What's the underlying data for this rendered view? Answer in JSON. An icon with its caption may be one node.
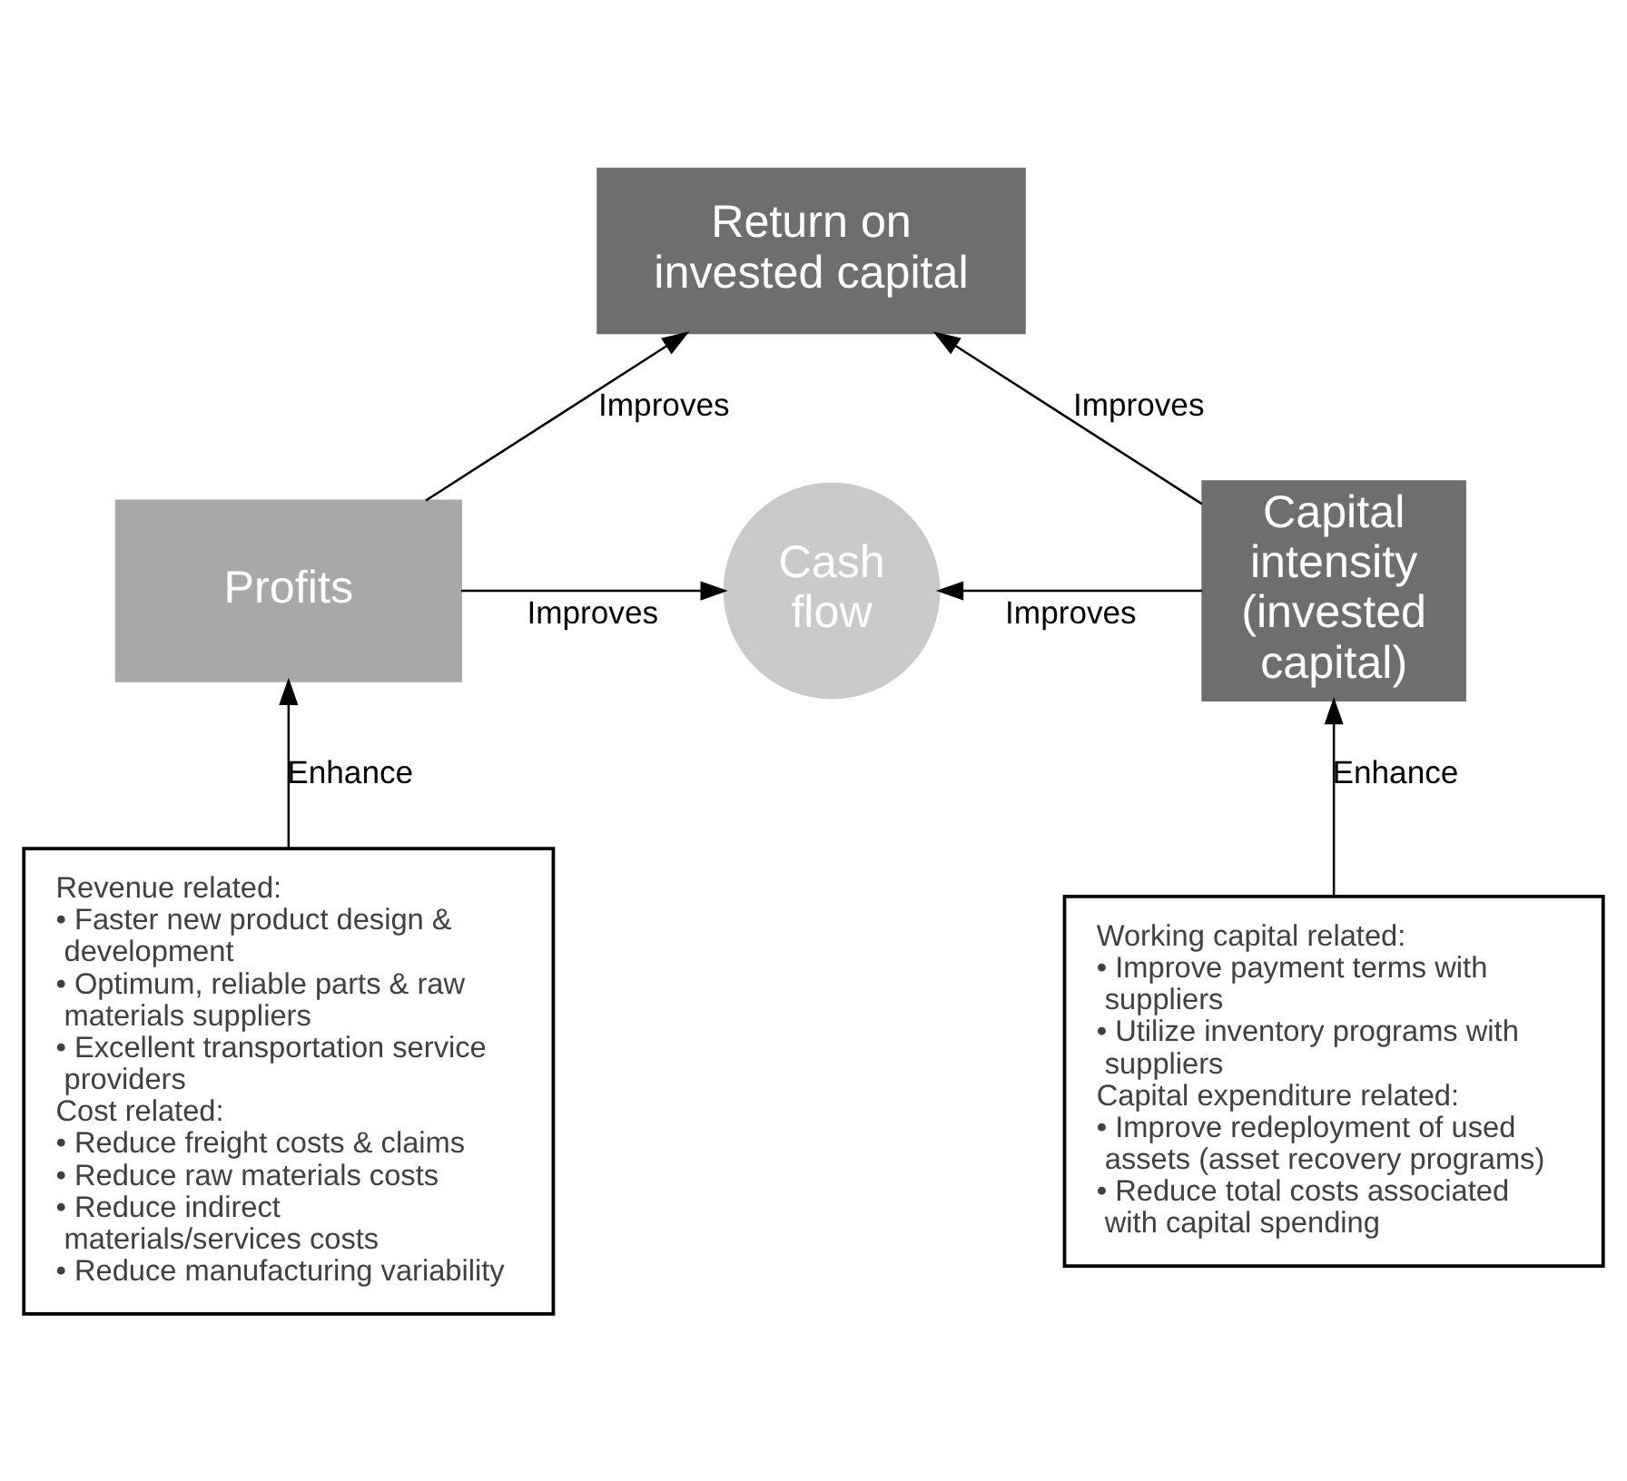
{
  "diagram": {
    "nodes": [
      {
        "text": [
          "Return on invested capital"
        ]
      },
      {
        "text": [
          "Profits"
        ]
      },
      {
        "text": [
          "Cash flow"
        ]
      },
      {
        "text": [
          "Capital intensity (invested capital)"
        ]
      },
      {
        "text": [
          "Revenue related:",
          "• Faster new product design & development",
          "• Optimum, reliable parts & raw materials suppliers",
          "• Excellent transportation service providers",
          "Cost related:",
          "• Reduce freight costs & claims",
          "• Reduce raw materials costs",
          "• Reduce indirect materials/services costs",
          "• Reduce manufacturing variability"
        ]
      },
      {
        "text": [
          "Working capital related:",
          "• Improve payment terms with suppliers",
          "• Utilize inventory programs with suppliers",
          "Capital expenditure related:",
          "• Improve redeployment of used assets (asset recovery programs)",
          "• Reduce total costs associated with capital spending"
        ]
      }
    ],
    "edges": [
      {
        "from": 1,
        "to": 0,
        "arrow": "to",
        "label": "Improves"
      },
      {
        "from": 1,
        "to": 2,
        "arrow": "to",
        "label": "Improves"
      },
      {
        "from": 3,
        "to": 0,
        "arrow": "to",
        "label": "Improves"
      },
      {
        "from": 3,
        "to": 2,
        "arrow": "to",
        "label": "Improves"
      },
      {
        "from": 4,
        "to": 1,
        "arrow": "to",
        "label": "Enhance"
      },
      {
        "from": 5,
        "to": 3,
        "arrow": "to",
        "label": "Enhance"
      }
    ]
  }
}
